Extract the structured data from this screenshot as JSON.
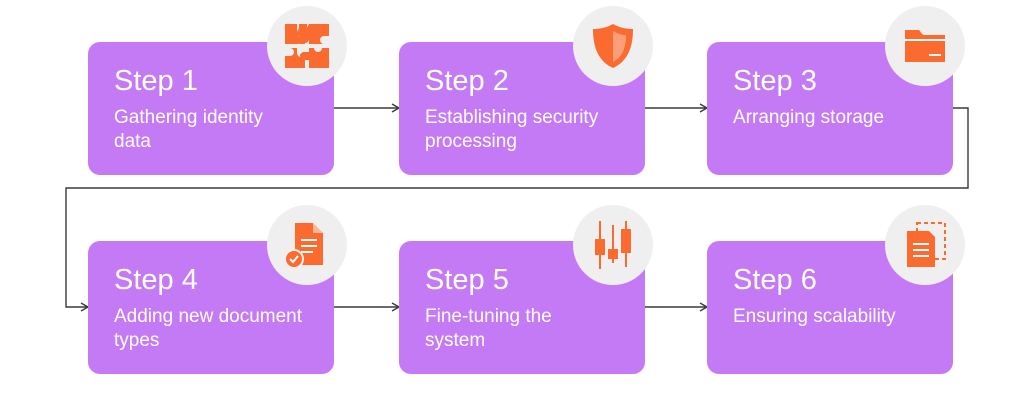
{
  "theme": {
    "card_color": "#c47af5",
    "icon_color": "#fb6a2e",
    "icon_circle_color": "#efefef",
    "arrow_color": "#3a3a3a"
  },
  "steps": [
    {
      "title": "Step 1",
      "description": "Gathering identity data",
      "icon": "puzzle-icon"
    },
    {
      "title": "Step 2",
      "description": "Establishing security processing",
      "icon": "shield-icon"
    },
    {
      "title": "Step 3",
      "description": "Arranging storage",
      "icon": "folder-icon"
    },
    {
      "title": "Step 4",
      "description": "Adding new document types",
      "icon": "document-check-icon"
    },
    {
      "title": "Step 5",
      "description": "Fine-tuning the system",
      "icon": "candlestick-icon"
    },
    {
      "title": "Step 6",
      "description": "Ensuring scalability",
      "icon": "documents-copy-icon"
    }
  ]
}
